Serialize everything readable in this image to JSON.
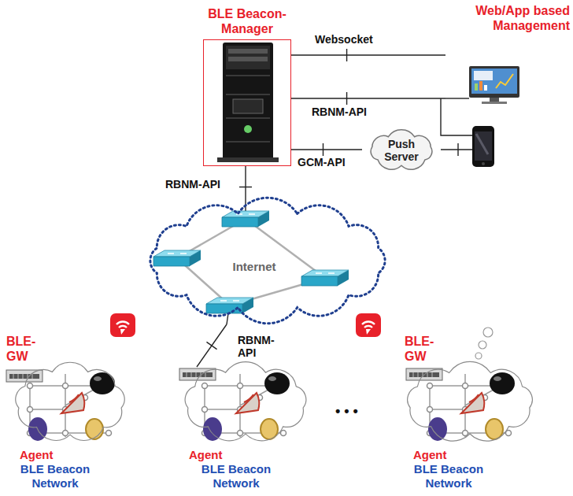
{
  "diagram": {
    "nodes": [
      {
        "text": [
          "BLE Beacon- Manager"
        ]
      },
      {
        "text": [
          "Web/App based Management"
        ]
      },
      {
        "text": [
          "Push Server"
        ]
      },
      {
        "text": [
          "Internet"
        ]
      },
      {
        "text": [
          "BLE-GW",
          "Agent",
          "BLE Beacon Network"
        ]
      },
      {
        "text": [
          "Agent",
          "BLE Beacon Network"
        ]
      },
      {
        "text": [
          "BLE-GW",
          "Agent",
          "BLE Beacon Network"
        ]
      }
    ],
    "edges": [
      {
        "from": 0,
        "to": 1,
        "label": "Websocket",
        "arrow": "none"
      },
      {
        "from": 0,
        "to": 1,
        "label": "RBNM-API",
        "arrow": "none"
      },
      {
        "from": 0,
        "to": 2,
        "label": "GCM-API",
        "arrow": "none"
      },
      {
        "from": 0,
        "to": 3,
        "label": "RBNM-API",
        "arrow": "none"
      },
      {
        "from": 3,
        "to": 5,
        "label": "RBNM- API",
        "arrow": "none"
      }
    ],
    "labels": [
      "• • •"
    ]
  }
}
